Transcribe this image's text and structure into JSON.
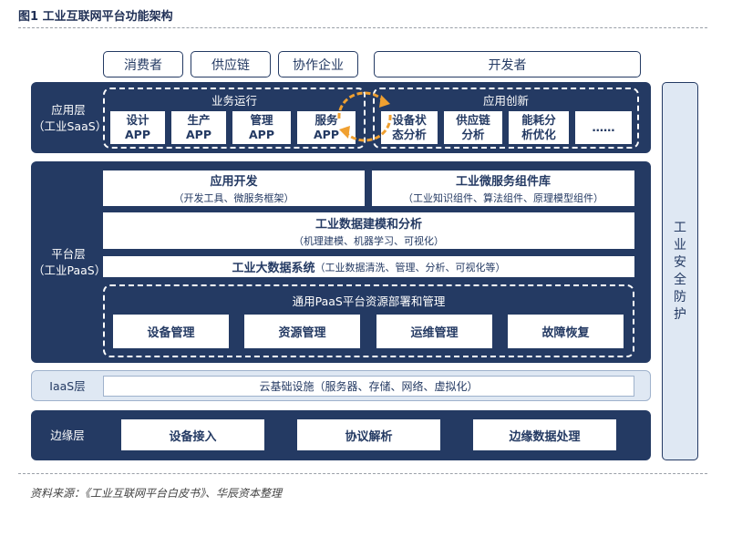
{
  "title": "图1 工业互联网平台功能架构",
  "top_roles": [
    "消费者",
    "供应链",
    "协作企业",
    "开发者"
  ],
  "saas": {
    "label_line1": "应用层",
    "label_line2": "（工业SaaS）",
    "group1_title": "业务运行",
    "group1_apps": [
      {
        "l1": "设计",
        "l2": "APP"
      },
      {
        "l1": "生产",
        "l2": "APP"
      },
      {
        "l1": "管理",
        "l2": "APP"
      },
      {
        "l1": "服务",
        "l2": "APP"
      }
    ],
    "group2_title": "应用创新",
    "group2_apps": [
      {
        "l1": "设备状",
        "l2": "态分析"
      },
      {
        "l1": "供应链",
        "l2": "分析"
      },
      {
        "l1": "能耗分",
        "l2": "析优化"
      },
      {
        "l1": "……",
        "l2": ""
      }
    ]
  },
  "paas": {
    "label_line1": "平台层",
    "label_line2": "（工业PaaS）",
    "dev": {
      "main": "应用开发",
      "sub": "（开发工具、微服务框架）"
    },
    "micro": {
      "main": "工业微服务组件库",
      "sub": "（工业知识组件、算法组件、原理模型组件）"
    },
    "model": {
      "main": "工业数据建模和分析",
      "sub": "（机理建模、机器学习、可视化）"
    },
    "bigdata": {
      "main": "工业大数据系统",
      "sub": "（工业数据清洗、管理、分析、可视化等）"
    },
    "resource_title": "通用PaaS平台资源部署和管理",
    "resource_items": [
      "设备管理",
      "资源管理",
      "运维管理",
      "故障恢复"
    ]
  },
  "iaas": {
    "label": "IaaS层",
    "content": "云基础设施（服务器、存储、网络、虚拟化）"
  },
  "edge": {
    "label": "边缘层",
    "items": [
      "设备接入",
      "协议解析",
      "边缘数据处理"
    ]
  },
  "security": [
    "工",
    "业",
    "安",
    "全",
    "防",
    "护"
  ],
  "source": "资料来源：《工业互联网平台白皮书》、华辰资本整理",
  "colors": {
    "navy": "#243a63",
    "light": "#dfe8f3",
    "accent": "#f0a030"
  }
}
